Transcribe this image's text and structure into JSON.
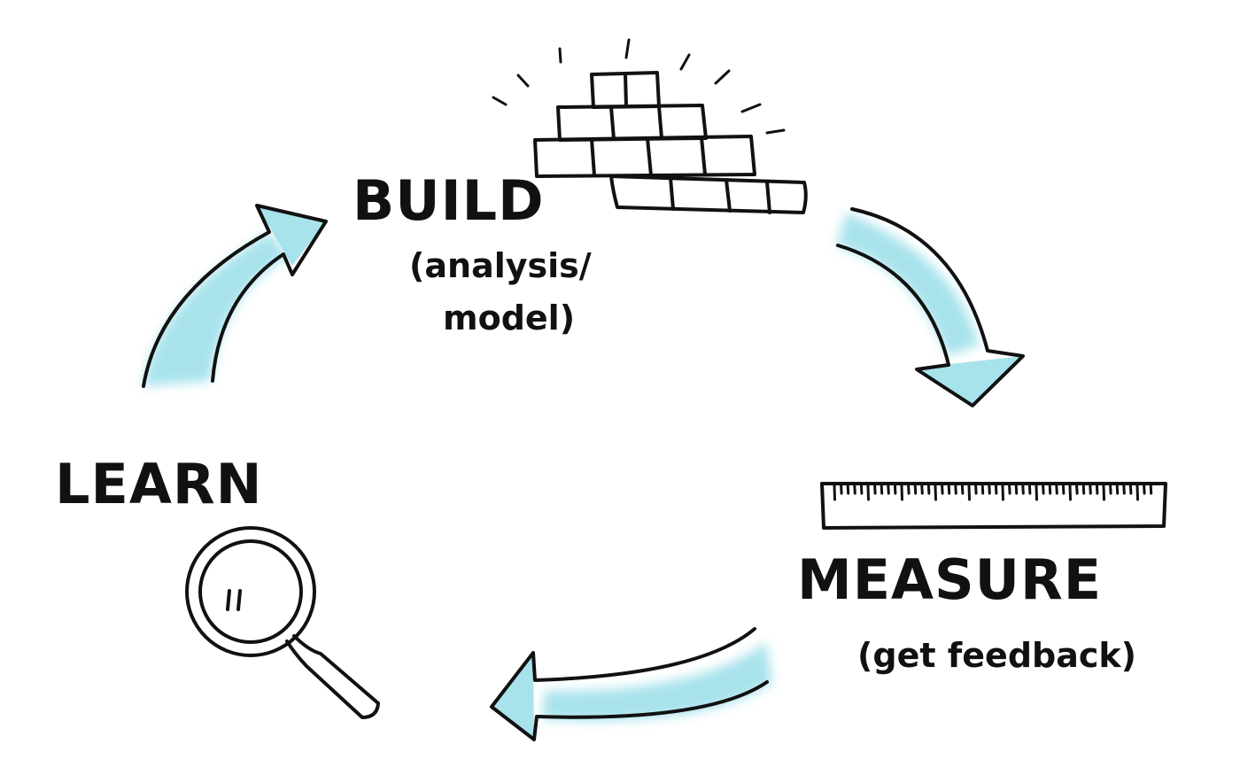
{
  "colors": {
    "ink": "#111111",
    "accent": "#9fe0ea",
    "background": "#ffffff"
  },
  "stages": {
    "build": {
      "label": "BUILD",
      "sub_line_1": "(analysis/",
      "sub_line_2": "model)",
      "icon": "brick-wall-icon"
    },
    "measure": {
      "label": "MEASURE",
      "sub": "(get feedback)",
      "icon": "ruler-icon"
    },
    "learn": {
      "label": "LEARN",
      "icon": "magnifying-glass-icon"
    }
  },
  "cycle_arrows": [
    {
      "from": "learn",
      "to": "build",
      "icon": "arrow-up-right-icon"
    },
    {
      "from": "build",
      "to": "measure",
      "icon": "arrow-down-right-icon"
    },
    {
      "from": "measure",
      "to": "learn",
      "icon": "arrow-left-icon"
    }
  ]
}
